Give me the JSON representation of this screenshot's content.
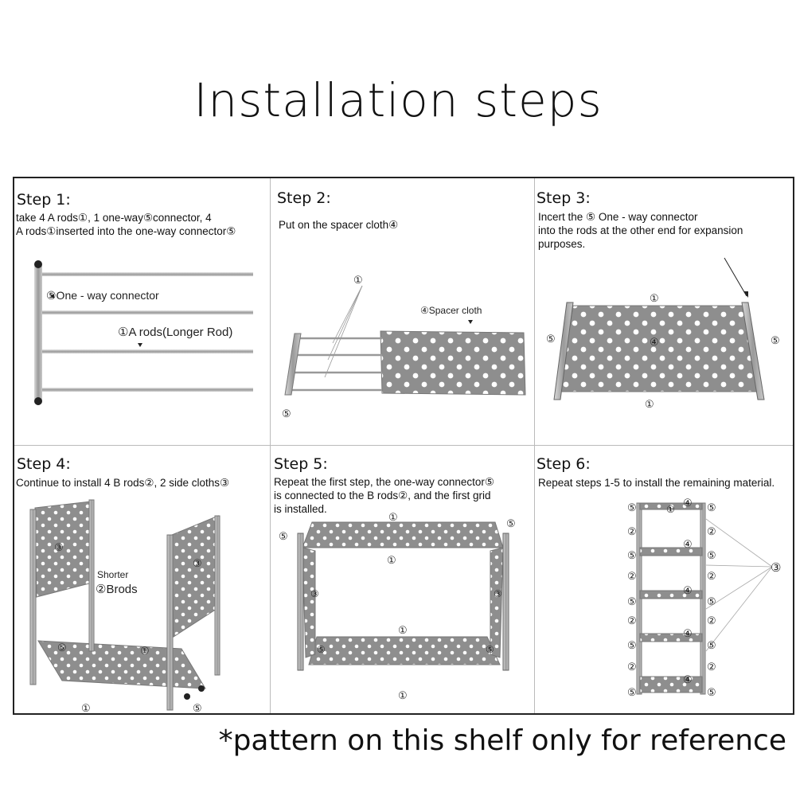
{
  "title": "Installation steps",
  "steps": [
    {
      "title": "Step 1:",
      "description": "take 4 A rods①, 1 one-way⑤connector, 4\nA rods①inserted into the one-way connector⑤",
      "labels": {
        "connector": "⑤One - way connector",
        "rods": "①A rods(Longer Rod)"
      }
    },
    {
      "title": "Step 2:",
      "description": "Put on the spacer cloth④",
      "labels": {
        "rods": "①",
        "cloth": "④Spacer cloth",
        "connector": "⑤"
      }
    },
    {
      "title": "Step 3:",
      "description": "Incert the ⑤ One - way connector\ninto the rods at the other end for expansion\npurposes.",
      "labels": {
        "top": "①",
        "bottom": "①",
        "left": "⑤",
        "right": "⑤",
        "center": "④"
      }
    },
    {
      "title": "Step 4:",
      "description": "Continue to install 4 B rods②, 2 side cloths③",
      "labels": {
        "shorter": "Shorter",
        "brods": "②Brods",
        "cloth_left": "③",
        "cloth_right": "③",
        "rod": "①",
        "bottom": "①",
        "conn_left": "⑤",
        "conn_right": "⑤"
      }
    },
    {
      "title": "Step 5:",
      "description": "Repeat the first step, the one-way connector⑤\nis connected to the B rods②, and the first grid\nis installed.",
      "labels": {
        "top": "①",
        "top2": "①",
        "middle": "①",
        "bottom": "①",
        "left_conn": "⑤",
        "right_conn": "⑤",
        "left_cloth": "③",
        "right_cloth": "③",
        "low_left": "⑤",
        "low_right": "⑤"
      }
    },
    {
      "title": "Step 6:",
      "description": "Repeat steps 1-5 to install the remaining material.",
      "labels": {
        "five": "⑤",
        "two": "②",
        "four": "④",
        "one": "①",
        "three": "③"
      }
    }
  ],
  "footer": "*pattern on this shelf only for reference",
  "colors": {
    "cloth": "#8e8e8e",
    "rod": "#b5b5b5",
    "dot": "#ffffff",
    "border": "#222222"
  }
}
